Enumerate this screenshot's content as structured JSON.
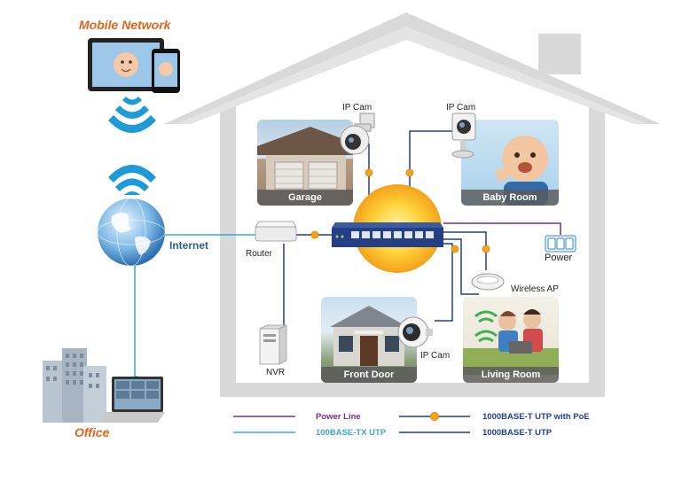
{
  "titles": {
    "mobile_network": "Mobile Network",
    "office": "Office",
    "internet": "Internet"
  },
  "devices": {
    "router": "Router",
    "nvr": "NVR",
    "power": "Power",
    "wireless_ap": "Wireless AP",
    "ip_cam_top_left": "IP Cam",
    "ip_cam_top_right": "IP Cam",
    "ip_cam_front": "IP Cam"
  },
  "rooms": {
    "garage": "Garage",
    "baby_room": "Baby Room",
    "front_door": "Front Door",
    "living_room": "Living Room"
  },
  "legend": {
    "power_line": "Power Line",
    "tx_utp": "100BASE-TX UTP",
    "poe": "1000BASE-T UTP with PoE",
    "t_utp": "1000BASE-T UTP"
  },
  "colors": {
    "power_line": "#7b2d8b",
    "tx_utp": "#3aa6d8",
    "gigabit": "#1f3f8f",
    "poe_dot": "#f3a21a",
    "house": "#d8d8d8",
    "title_orange": "#e0651a",
    "internet_text": "#2f5f9e"
  }
}
